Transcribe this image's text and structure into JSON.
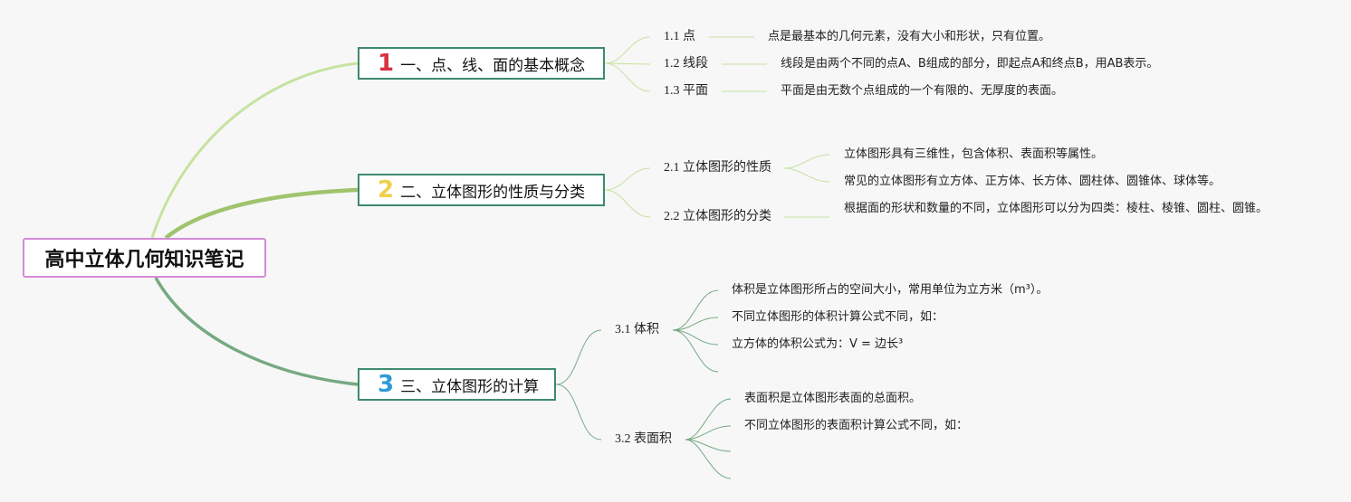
{
  "root": {
    "title": "高中立体几何知识笔记"
  },
  "topics": [
    {
      "number": "1",
      "label": "一、点、线、面的基本概念",
      "subs": [
        {
          "label": "1.1 点",
          "notes": [
            "点是最基本的几何元素，没有大小和形状，只有位置。"
          ]
        },
        {
          "label": "1.2 线段",
          "notes": [
            "线段是由两个不同的点A、B组成的部分，即起点A和终点B，用AB表示。"
          ]
        },
        {
          "label": "1.3 平面",
          "notes": [
            "平面是由无数个点组成的一个有限的、无厚度的表面。"
          ]
        }
      ]
    },
    {
      "number": "2",
      "label": "二、立体图形的性质与分类",
      "subs": [
        {
          "label": "2.1 立体图形的性质",
          "notes": [
            "立体图形具有三维性，包含体积、表面积等属性。",
            "常见的立体图形有立方体、正方体、长方体、圆柱体、圆锥体、球体等。"
          ]
        },
        {
          "label": "2.2 立体图形的分类",
          "notes": [
            "根据面的形状和数量的不同，立体图形可以分为四类：棱柱、棱锥、圆柱、圆锥。"
          ]
        }
      ]
    },
    {
      "number": "3",
      "label": "三、立体图形的计算",
      "subs": [
        {
          "label": "3.1 体积",
          "notes": [
            "体积是立体图形所占的空间大小，常用单位为立方米（m³）。",
            "不同立体图形的体积计算公式不同，如：",
            "立方体的体积公式为：V = 边长³",
            ""
          ]
        },
        {
          "label": "3.2 表面积",
          "notes": [
            "表面积是立体图形表面的总面积。",
            "不同立体图形的表面积计算公式不同，如：",
            "",
            ""
          ]
        }
      ]
    }
  ],
  "colors": {
    "root_border": "#d38bd6",
    "topic_border": "#3e8a6c",
    "branch1": "#c6e2a0",
    "branch2": "#9fc46d",
    "branch3": "#76a982",
    "number1": "#d93241",
    "number2": "#f2cf4a",
    "number3": "#2f9ad6"
  }
}
